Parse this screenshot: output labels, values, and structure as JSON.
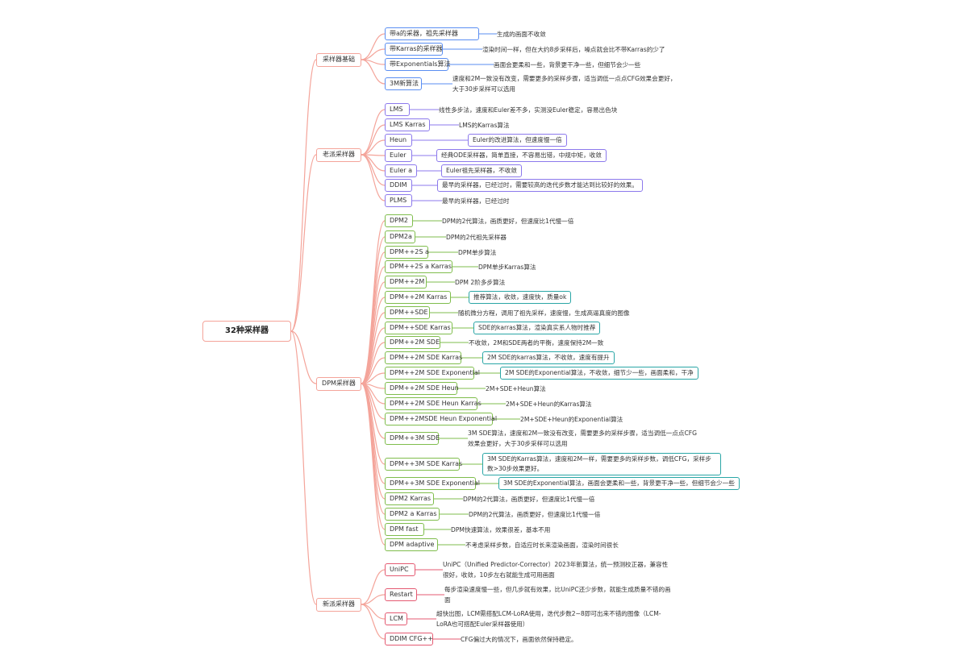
{
  "root": "32种采样器",
  "colors": {
    "root": "#f4a49a",
    "branch": "#f4a49a",
    "categories": [
      "#5a8ef2",
      "#8c79ec",
      "#7fbd4c",
      "#e45a72"
    ],
    "highlight": "#2aa6a6"
  },
  "categories": [
    {
      "label": "采样器基础",
      "items": [
        {
          "label": "带a的采器，祖先采样器",
          "note": "生成的画面不收敛"
        },
        {
          "label": "带Karras的采样器",
          "note": "渲染时间一样，但在大约8步采样后，噪点就会比不带Karras的少了"
        },
        {
          "label": "带Exponentials算法",
          "note": "画面会更柔和一些，背景更干净一些，但细节会少一些"
        },
        {
          "label": "3M新算法",
          "note": "速度和2M一致没有改变，需要更多的采样步骤，适当调低一点点CFG效果会更好，大于30步采样可以选用"
        }
      ]
    },
    {
      "label": "老派采样器",
      "items": [
        {
          "label": "LMS",
          "note": "线性多步法，速度和Euler差不多，实测没Euler稳定，容易出色块"
        },
        {
          "label": "LMS Karras",
          "note": "LMS的Karras算法"
        },
        {
          "label": "Heun",
          "note": "Euler的改进算法，但速度慢一倍"
        },
        {
          "label": "Euler",
          "note": "经典ODE采样器，简单直接，不容易出错，中规中矩，收敛"
        },
        {
          "label": "Euler a",
          "note": "Euler祖先采样器，不收敛"
        },
        {
          "label": "DDIM",
          "note": "最早的采样器，已经过时，需要较高的迭代步数才能达到比较好的效果。"
        },
        {
          "label": "PLMS",
          "note": "最早的采样器，已经过时"
        }
      ]
    },
    {
      "label": "DPM采样器",
      "items": [
        {
          "label": "DPM2",
          "note": "DPM的2代算法，画质更好，但速度比1代慢一倍"
        },
        {
          "label": "DPM2a",
          "note": "DPM的2代祖先采样器"
        },
        {
          "label": "DPM++2S a",
          "note": "DPM单步算法"
        },
        {
          "label": "DPM++2S a Karras",
          "note": "DPM单步Karras算法"
        },
        {
          "label": "DPM++2M",
          "note": "DPM 2阶多步算法"
        },
        {
          "label": "DPM++2M Karras",
          "note": "推荐算法，收敛，速度快，质量ok"
        },
        {
          "label": "DPM++SDE",
          "note": "随机微分方程，调用了祖先采样，速度慢，生成高逼真度的图像"
        },
        {
          "label": "DPM++SDE Karras",
          "note": "SDE的karras算法，渲染真实系人物时推荐"
        },
        {
          "label": "DPM++2M SDE",
          "note": "不收敛，2M和SDE两者的平衡，速度保持2M一致"
        },
        {
          "label": "DPM++2M SDE Karras",
          "note": "2M SDE的karras算法，不收敛，速度有提升"
        },
        {
          "label": "DPM++2M SDE Exponential",
          "note": "2M SDE的Exponential算法，不收敛，细节少一些，画面柔和，干净"
        },
        {
          "label": "DPM++2M SDE Heun",
          "note": "2M+SDE+Heun算法"
        },
        {
          "label": "DPM++2M SDE Heun Karras",
          "note": "2M+SDE+Heun的Karras算法"
        },
        {
          "label": "DPM++2MSDE Heun Exponential",
          "note": "2M+SDE+Heun的Exponential算法"
        },
        {
          "label": "DPM++3M SDE",
          "note": "3M SDE算法，速度和2M一致没有改变，需要更多的采样步骤，适当调低一点点CFG效果会更好，大于30步采样可以选用"
        },
        {
          "label": "DPM++3M SDE Karras",
          "note": "3M SDE的Karras算法，速度和2M一样，需要更多的采样步数，调低CFG，采样步数>30步效果更好。"
        },
        {
          "label": "DPM++3M SDE Exponential",
          "note": "3M SDE的Exponential算法，画面会更柔和一些，背景更干净一些，但细节会少一些"
        },
        {
          "label": "DPM2 Karras",
          "note": "DPM的2代算法，画质更好，但速度比1代慢一倍"
        },
        {
          "label": "DPM2 a Karras",
          "note": "DPM的2代算法，画质更好，但速度比1代慢一倍"
        },
        {
          "label": "DPM fast",
          "note": "DPM快速算法，效果很差，基本不用"
        },
        {
          "label": "DPM adaptive",
          "note": "不考虑采样步数，自适应时长来渲染画面，渲染时间很长"
        }
      ]
    },
    {
      "label": "新派采样器",
      "items": [
        {
          "label": "UniPC",
          "note": "UniPC（Unified Predictor-Corrector）2023年新算法，统一预测校正器，兼容性很好，收敛，10步左右就能生成可用画面"
        },
        {
          "label": "Restart",
          "note": "每步渲染速度慢一些，但几步就有效果，比UniPC还少步数，就能生成质量不错的画面"
        },
        {
          "label": "LCM",
          "note": "超快出图，LCM需搭配LCM-LoRA使用，迭代步数2~8即可出来不错的图像（LCM-LoRA也可搭配Euler采样器使用）"
        },
        {
          "label": "DDIM CFG++",
          "note": "CFG偏过大的情况下，画面依然保持稳定。"
        }
      ]
    }
  ]
}
